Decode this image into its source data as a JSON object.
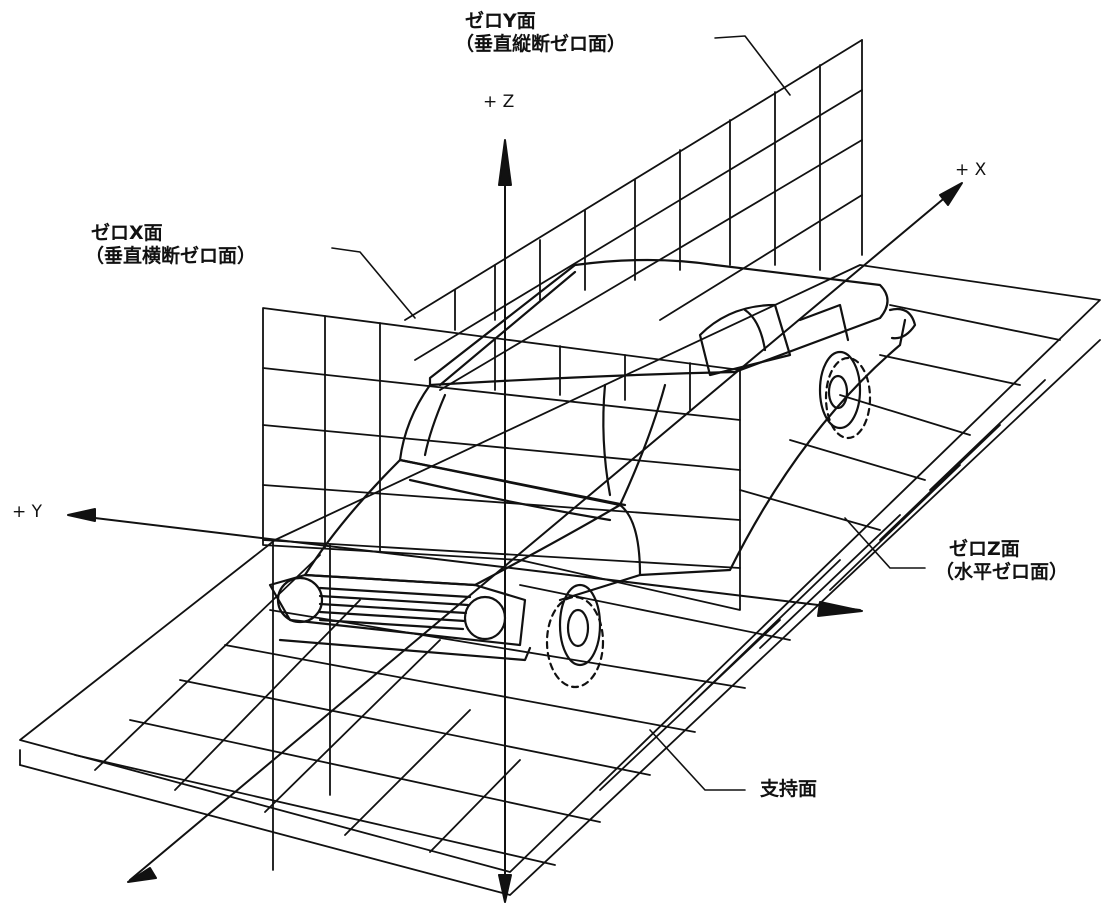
{
  "labels": {
    "zero_y_plane": {
      "title": "ゼロY面",
      "subtitle": "（垂直縦断ゼロ面）"
    },
    "zero_x_plane": {
      "title": "ゼロX面",
      "subtitle": "（垂直横断ゼロ面）"
    },
    "zero_z_plane": {
      "title": "ゼロZ面",
      "subtitle": "（水平ゼロ面）"
    },
    "support_plane": "支持面",
    "axis_plus_z": "+ Z",
    "axis_plus_x": "+ X",
    "axis_plus_y": "+ Y"
  },
  "icons": [
    "car-illustration",
    "grid-plane",
    "axis-arrow",
    "leader-line"
  ],
  "colors": {
    "ink": "#111111",
    "background": "#ffffff"
  }
}
